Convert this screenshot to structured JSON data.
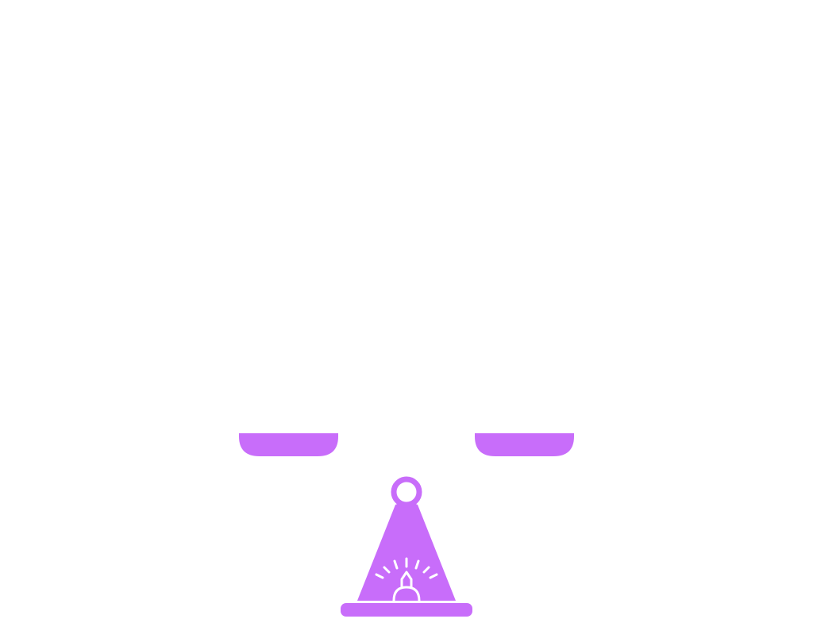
{
  "illustration": {
    "icon": "balance-scale-icon",
    "accent_color": "#c86dfa",
    "detail_color": "#ffffff",
    "parts": [
      "left-pan",
      "right-pan",
      "pivot-ring",
      "stand-body",
      "gauge-needle",
      "base-plate"
    ]
  }
}
